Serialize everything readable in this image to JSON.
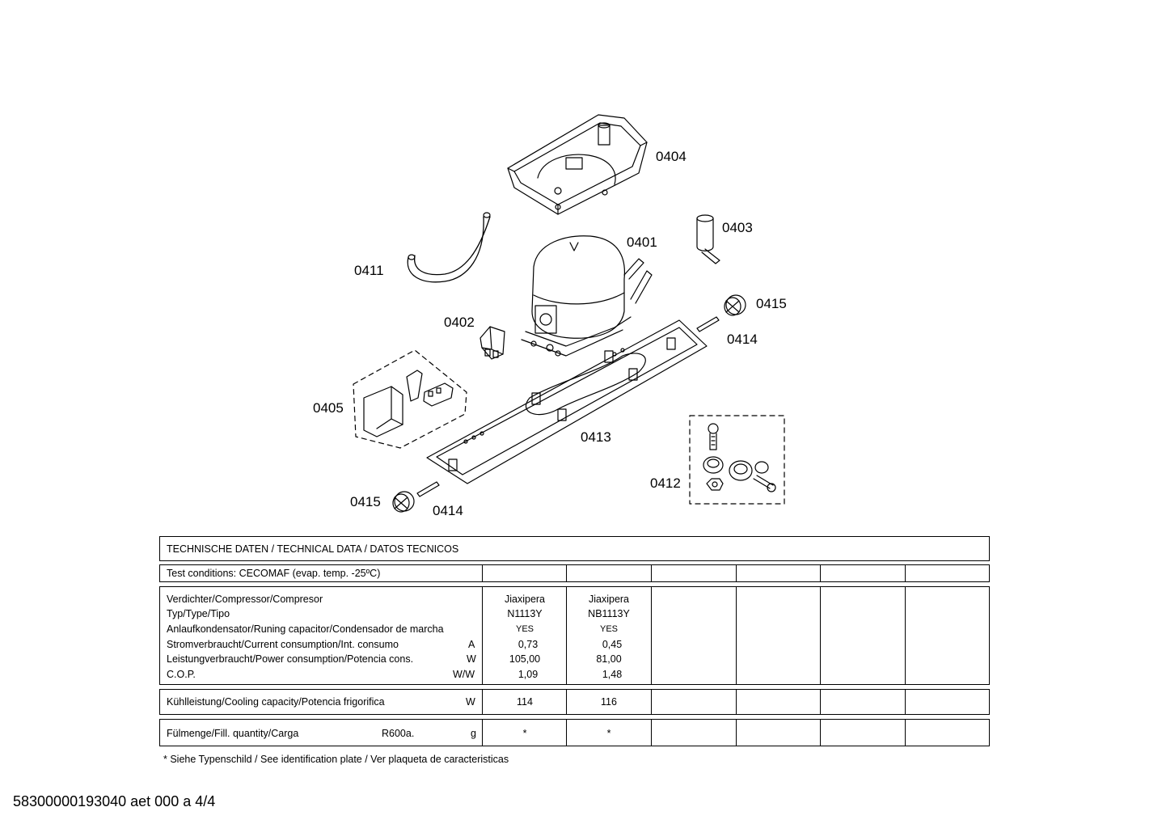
{
  "parts": [
    {
      "id": "p0404",
      "label": "0404"
    },
    {
      "id": "p0403",
      "label": "0403"
    },
    {
      "id": "p0401",
      "label": "0401"
    },
    {
      "id": "p0411",
      "label": "0411"
    },
    {
      "id": "p0415a",
      "label": "0415"
    },
    {
      "id": "p0402",
      "label": "0402"
    },
    {
      "id": "p0414a",
      "label": "0414"
    },
    {
      "id": "p0405",
      "label": "0405"
    },
    {
      "id": "p0413",
      "label": "0413"
    },
    {
      "id": "p0412",
      "label": "0412"
    },
    {
      "id": "p0415b",
      "label": "0415"
    },
    {
      "id": "p0414b",
      "label": "0414"
    }
  ],
  "table": {
    "title": "TECHNISCHE DATEN / TECHNICAL DATA / DATOS TECNICOS",
    "test_conditions": "Test conditions:  CECOMAF (evap. temp. -25ºC)",
    "rows": {
      "compressor": "Verdichter/Compressor/Compresor",
      "type": "Typ/Type/Tipo",
      "capacitor": "Anlaufkondensator/Runing capacitor/Condensador de marcha",
      "current": "Stromverbraucht/Current consumption/Int. consumo",
      "current_unit": "A",
      "power": "Leistungverbraucht/Power consumption/Potencia cons.",
      "power_unit": "W",
      "cop": "C.O.P.",
      "cop_unit": "W/W",
      "cooling": "Kühlleistung/Cooling capacity/Potencia frigorifica",
      "cooling_unit": "W",
      "fill": "Fülmenge/Fill. quantity/Carga",
      "fill_refrigerant": "R600a.",
      "fill_unit": "g"
    },
    "columns": [
      {
        "compressor": "Jiaxipera",
        "type": "N1113Y",
        "capacitor": "YES",
        "current": "0,73",
        "power": "105,00",
        "cop": "1,09",
        "cooling": "114",
        "fill": "*"
      },
      {
        "compressor": "Jiaxipera",
        "type": "NB1113Y",
        "capacitor": "YES",
        "current": "0,45",
        "power": "81,00",
        "cop": "1,48",
        "cooling": "116",
        "fill": "*"
      }
    ]
  },
  "footnote": "* Siehe Typenschild / See identification plate / Ver plaqueta de caracteristicas",
  "doc_id": "58300000193040 aet 000 a 4/4"
}
